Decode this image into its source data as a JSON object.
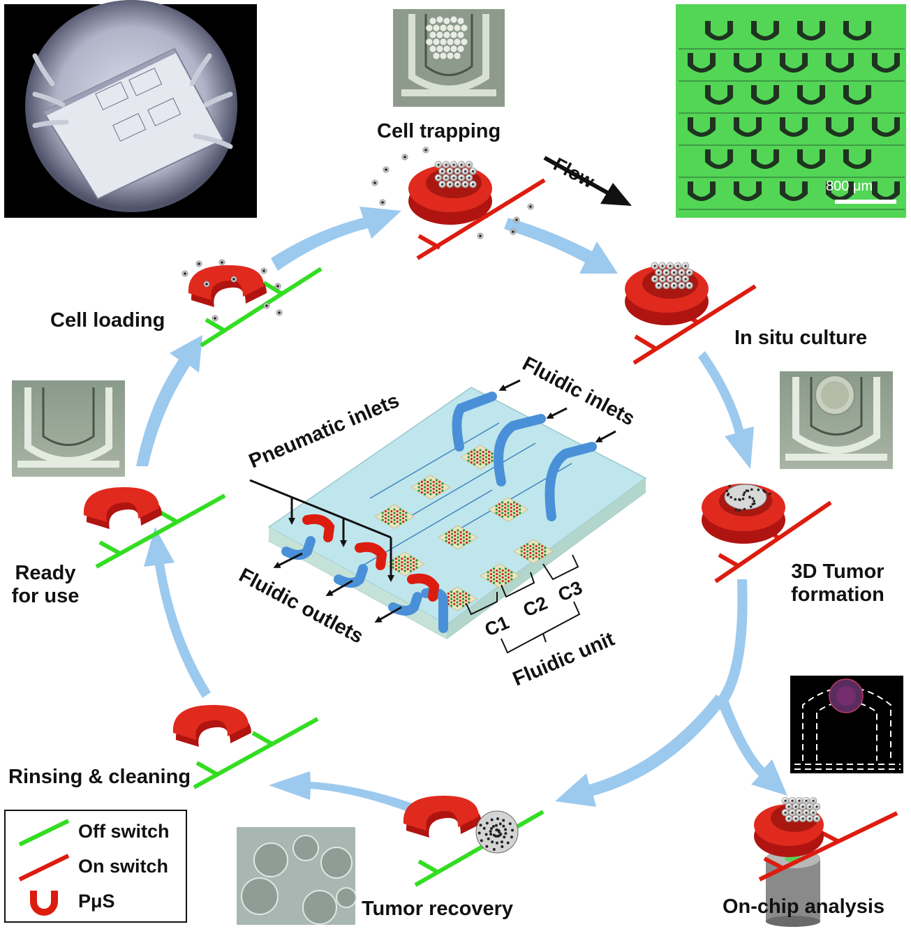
{
  "steps": {
    "cell_trapping": "Cell trapping",
    "in_situ_culture": "In situ culture",
    "tumor_formation_line1": "3D Tumor",
    "tumor_formation_line2": "formation",
    "on_chip_analysis": "On-chip analysis",
    "tumor_recovery": "Tumor recovery",
    "rinsing_cleaning": "Rinsing & cleaning",
    "ready_line1": "Ready",
    "ready_line2": "for use",
    "cell_loading": "Cell loading"
  },
  "annotations": {
    "flow": "Flow",
    "scale_bar": "800 μm"
  },
  "chip": {
    "pneumatic_inlets": "Pneumatic inlets",
    "fluidic_inlets": "Fluidic inlets",
    "fluidic_outlets": "Fluidic outlets",
    "c1": "C1",
    "c2": "C2",
    "c3": "C3",
    "fluidic_unit": "Fluidic unit"
  },
  "legend": {
    "off_switch": "Off switch",
    "on_switch": "On switch",
    "pus": "PμS"
  },
  "colors": {
    "off_switch": "#33dd22",
    "on_switch": "#dd1c10",
    "cycle_arrow": "#9cc9ee",
    "fluidic_tube": "#4a90d9",
    "chip_body": "#bfe6ec",
    "green_panel": "#53d655"
  }
}
